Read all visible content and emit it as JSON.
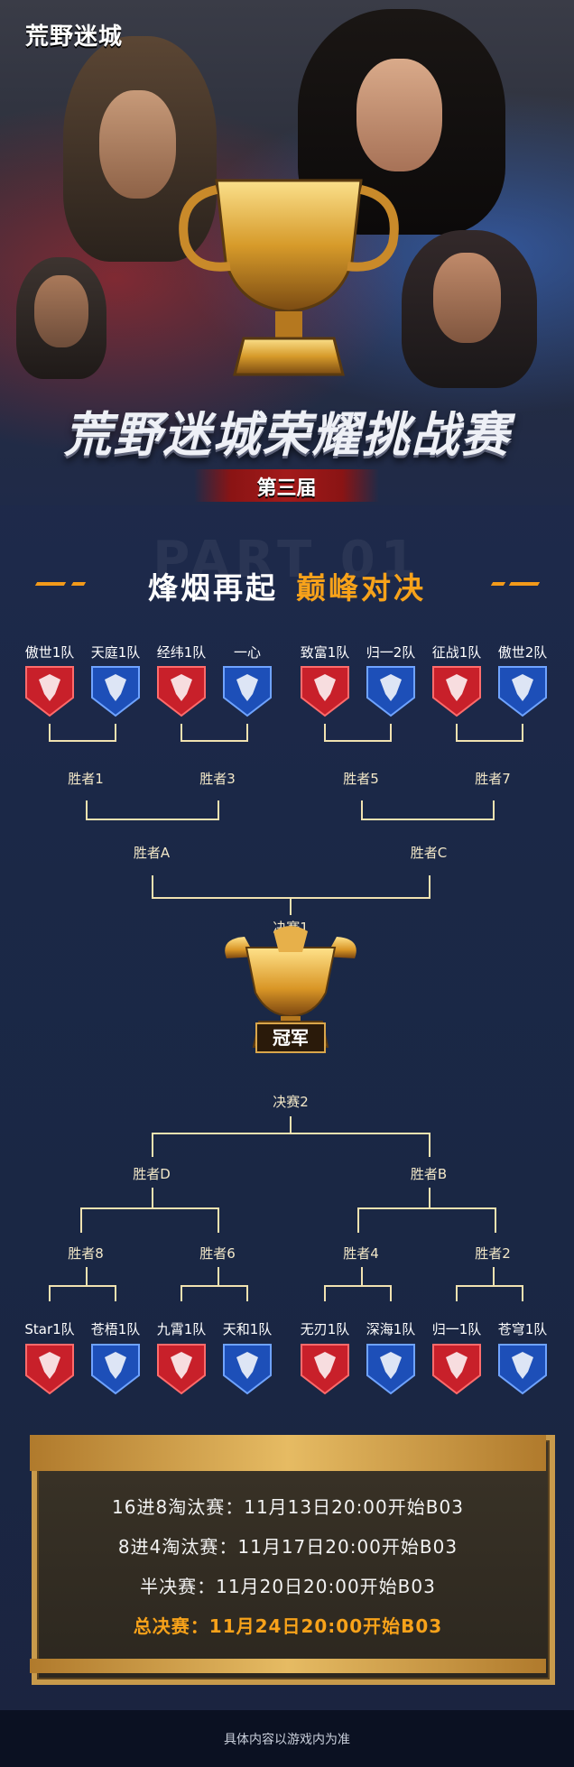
{
  "hero": {
    "logo": "荒野迷城",
    "title": "荒野迷城荣耀挑战赛",
    "edition": "第三届"
  },
  "section": {
    "watermark": "PART 01",
    "title_white": "烽烟再起",
    "title_gold": "巅峰对决"
  },
  "bracket_top": {
    "teams": [
      "傲世1队",
      "天庭1队",
      "经纬1队",
      "一心",
      "致富1队",
      "归一2队",
      "征战1队",
      "傲世2队"
    ],
    "round2": [
      "胜者1",
      "胜者3",
      "胜者5",
      "胜者7"
    ],
    "round3": [
      "胜者A",
      "胜者C"
    ],
    "final": "决赛1"
  },
  "champion": {
    "label": "冠军"
  },
  "bracket_bottom": {
    "final": "决赛2",
    "round3": [
      "胜者D",
      "胜者B"
    ],
    "round2": [
      "胜者8",
      "胜者6",
      "胜者4",
      "胜者2"
    ],
    "teams": [
      "Star1队",
      "苍梧1队",
      "九霄1队",
      "天和1队",
      "无刃1队",
      "深海1队",
      "归一1队",
      "苍穹1队"
    ]
  },
  "schedule": {
    "rows": [
      "16进8淘汰赛：11月13日20:00开始B03",
      "8进4淘汰赛：11月17日20:00开始B03",
      "半决赛：11月20日20:00开始B03",
      "总决赛：11月24日20:00开始B03"
    ]
  },
  "footer": {
    "note": "具体内容以游戏内为准"
  },
  "colors": {
    "red_team": "#c8202a",
    "blue_team": "#1d4fb8",
    "accent": "#f7a21a",
    "bracket_line": "#f1e2b0"
  }
}
